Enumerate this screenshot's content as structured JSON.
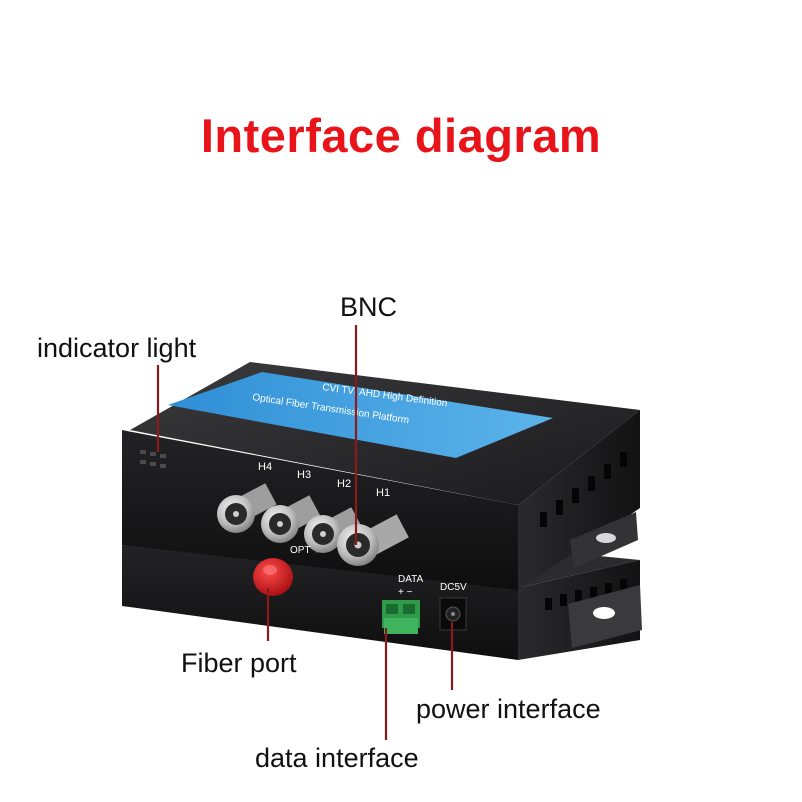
{
  "title": "Interface diagram",
  "callouts": {
    "indicator_light": "indicator light",
    "bnc": "BNC",
    "fiber_port": "Fiber port",
    "power_interface": "power interface",
    "data_interface": "data interface"
  },
  "device": {
    "top_label_line1": "CVI TVI AHD High Definition",
    "top_label_line2": "Optical Fiber Transmission Platform",
    "ports": [
      "H4",
      "H3",
      "H2",
      "H1"
    ],
    "opt_label": "OPT",
    "data_label": "DATA",
    "data_polarity": "+   −",
    "dc_label": "DC5V"
  },
  "colors": {
    "title": "#e8141a",
    "callout_line": "#8b1a1a",
    "device_body": "#1c1c1e",
    "label_stripe": "#3a9ad9",
    "fiber_cap": "#d8161a",
    "terminal": "#2e9a4a"
  }
}
